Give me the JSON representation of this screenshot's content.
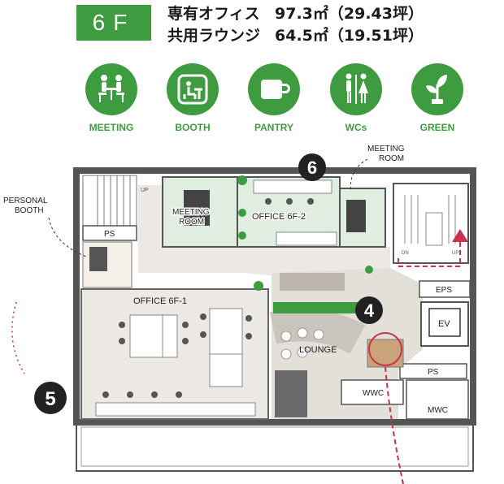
{
  "floor": {
    "label": "6F"
  },
  "areas": [
    {
      "name": "専有オフィス",
      "value": "97.3㎡（29.43坪）"
    },
    {
      "name": "共用ラウンジ",
      "value": "64.5㎡（19.51坪）"
    }
  ],
  "amenities": [
    {
      "label": "MEETING",
      "icon": "meeting-icon"
    },
    {
      "label": "BOOTH",
      "icon": "booth-icon"
    },
    {
      "label": "PANTRY",
      "icon": "pantry-icon"
    },
    {
      "label": "WCs",
      "icon": "wc-icon"
    },
    {
      "label": "GREEN",
      "icon": "plant-icon"
    }
  ],
  "rooms": {
    "meeting_room_a": {
      "line1": "MEETING",
      "line2": "ROOM"
    },
    "office_6f2": "OFFICE 6F-2",
    "office_6f1": "OFFICE 6F-1",
    "lounge": "LOUNGE",
    "ps_top": "PS",
    "ps_bottom": "PS",
    "eps": "EPS",
    "ev": "EV",
    "wwc": "WWC",
    "mwc": "MWC",
    "stair_up": "UP",
    "stair_dn": "DN",
    "stair_up2": "UP"
  },
  "callouts": {
    "meeting_room": {
      "line1": "MEETING",
      "line2": "ROOM"
    },
    "personal_booth": {
      "line1": "PERSONAL",
      "line2": "BOOTH"
    }
  },
  "markers": {
    "m6": "6",
    "m4": "4",
    "m5": "5"
  },
  "colors": {
    "brand_green": "#3f9b3f",
    "accent_red": "#c8324a",
    "wall": "#555555",
    "floor_fill": "#ece9e4"
  }
}
